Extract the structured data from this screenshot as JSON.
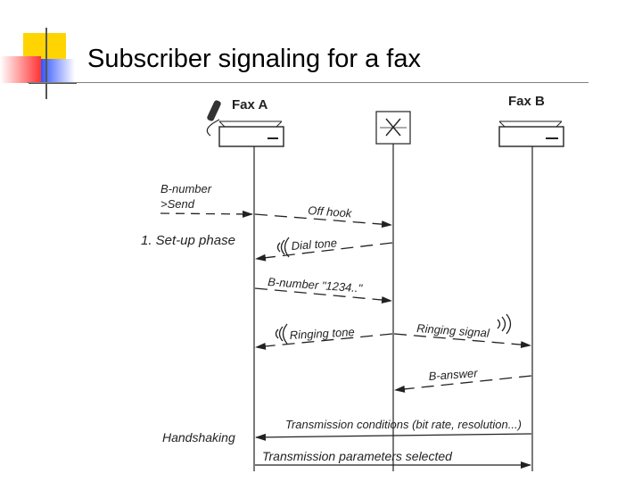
{
  "slide": {
    "title": "Subscriber signaling for a fax"
  },
  "diagram": {
    "participants": {
      "fax_a": "Fax A",
      "fax_b": "Fax B"
    },
    "side_labels": {
      "b_number": "B-number",
      "send": ">Send",
      "setup_phase": "1. Set-up phase",
      "handshaking": "Handshaking"
    },
    "messages": {
      "off_hook": "Off hook",
      "dial_tone": "Dial tone",
      "b_number_digits": "B-number \"1234..\"",
      "ringing_tone": "Ringing tone",
      "ringing_signal": "Ringing signal",
      "b_answer": "B-answer",
      "transmission_conditions": "Transmission conditions (bit rate, resolution...)",
      "transmission_parameters": "Transmission parameters selected"
    }
  },
  "colors": {
    "accent_yellow": "#ffd400",
    "accent_red": "#ff3333",
    "accent_blue": "#3355ff",
    "ink": "#222222"
  }
}
